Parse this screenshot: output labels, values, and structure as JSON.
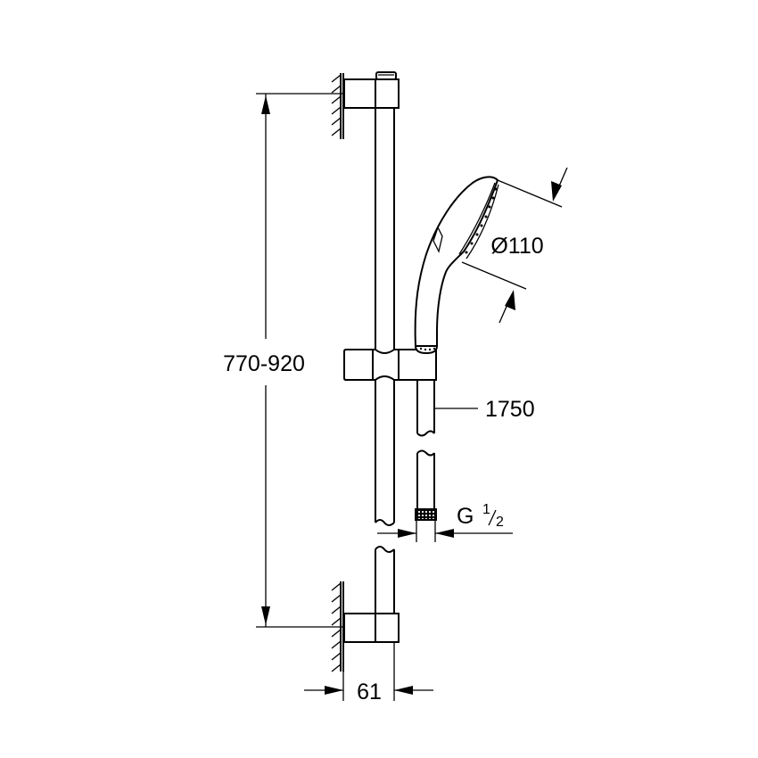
{
  "drawing": {
    "subject": "shower rail set technical dimension drawing",
    "dimensions": {
      "rail_height_range": "770-920",
      "hand_shower_diameter": "Ø110",
      "hose_length": "1750",
      "connection_thread_main": "G",
      "connection_thread_num": "1",
      "connection_thread_den": "2",
      "wall_projection": "61"
    },
    "colors": {
      "line": "#000000",
      "background": "#ffffff"
    }
  }
}
